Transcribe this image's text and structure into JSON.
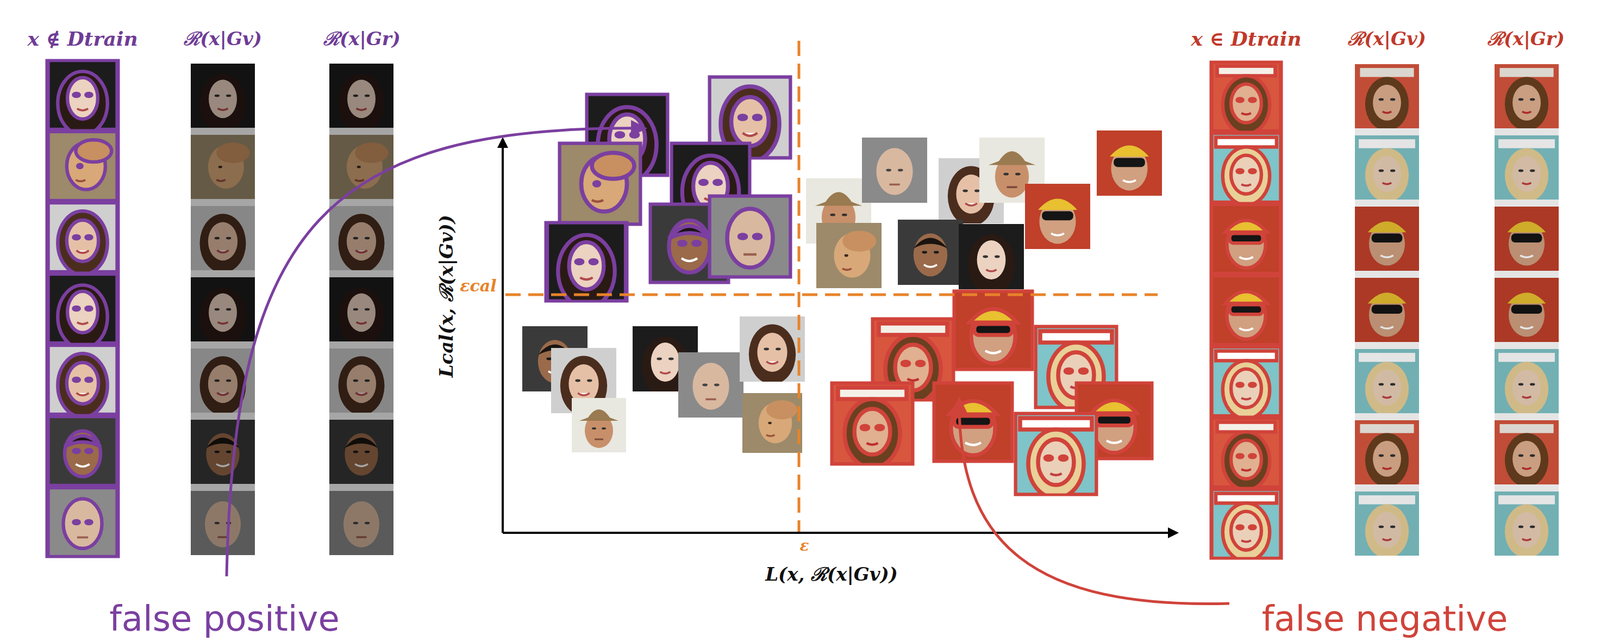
{
  "diagram": {
    "labels": [
      "x ∉ Dtrain",
      "ℛ(x|Gv)",
      "ℛ(x|Gr)",
      "x ∈ Dtrain",
      "ℛ(x|Gv)",
      "ℛ(x|Gr)",
      "Lcal(x, ℛ(x|Gv))",
      "εcal",
      "ε",
      "L(x, ℛ(x|Gv))",
      "false positive",
      "false negative"
    ]
  }
}
